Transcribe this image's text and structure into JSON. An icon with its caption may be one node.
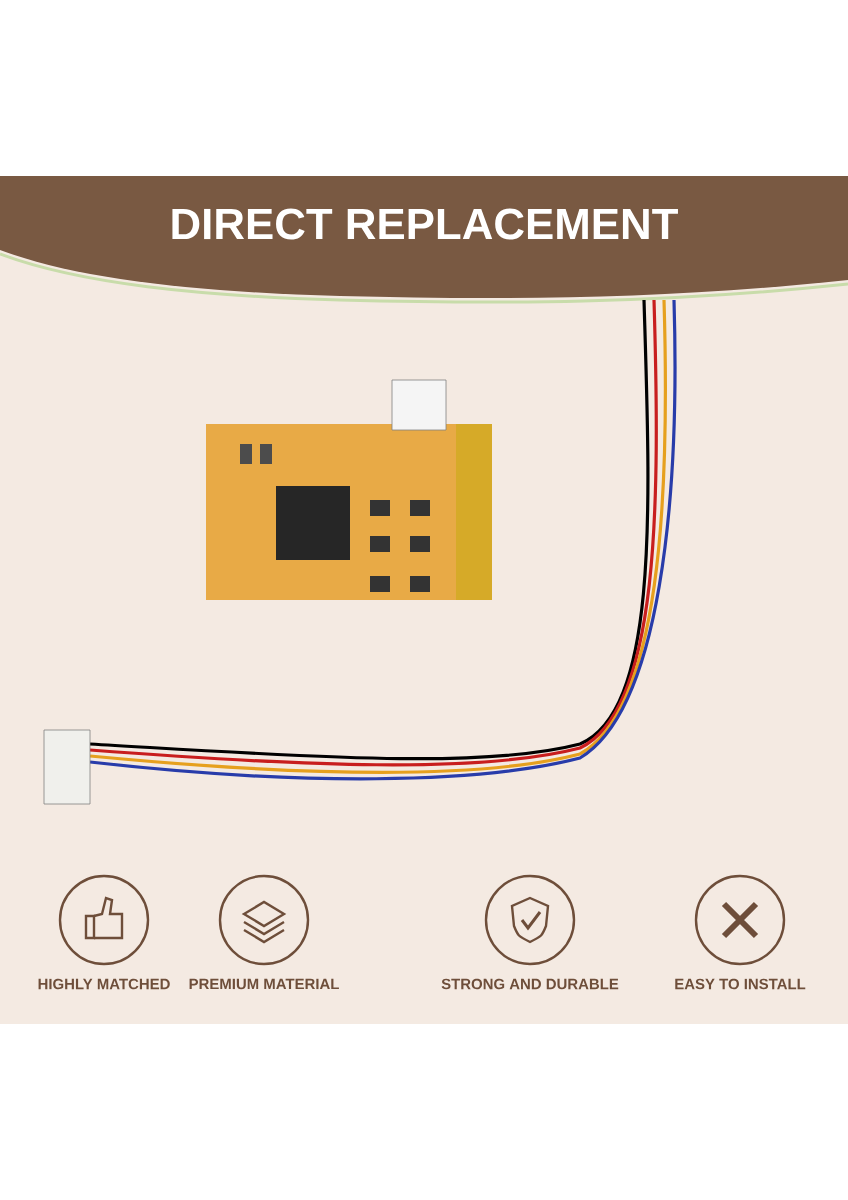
{
  "diagram": {
    "title": "DIRECT REPLACEMENT",
    "labels": [
      "HIGHLY MATCHED",
      "PREMIUM MATERIAL",
      "STRONG AND DURABLE",
      "EASY TO INSTALL"
    ]
  }
}
